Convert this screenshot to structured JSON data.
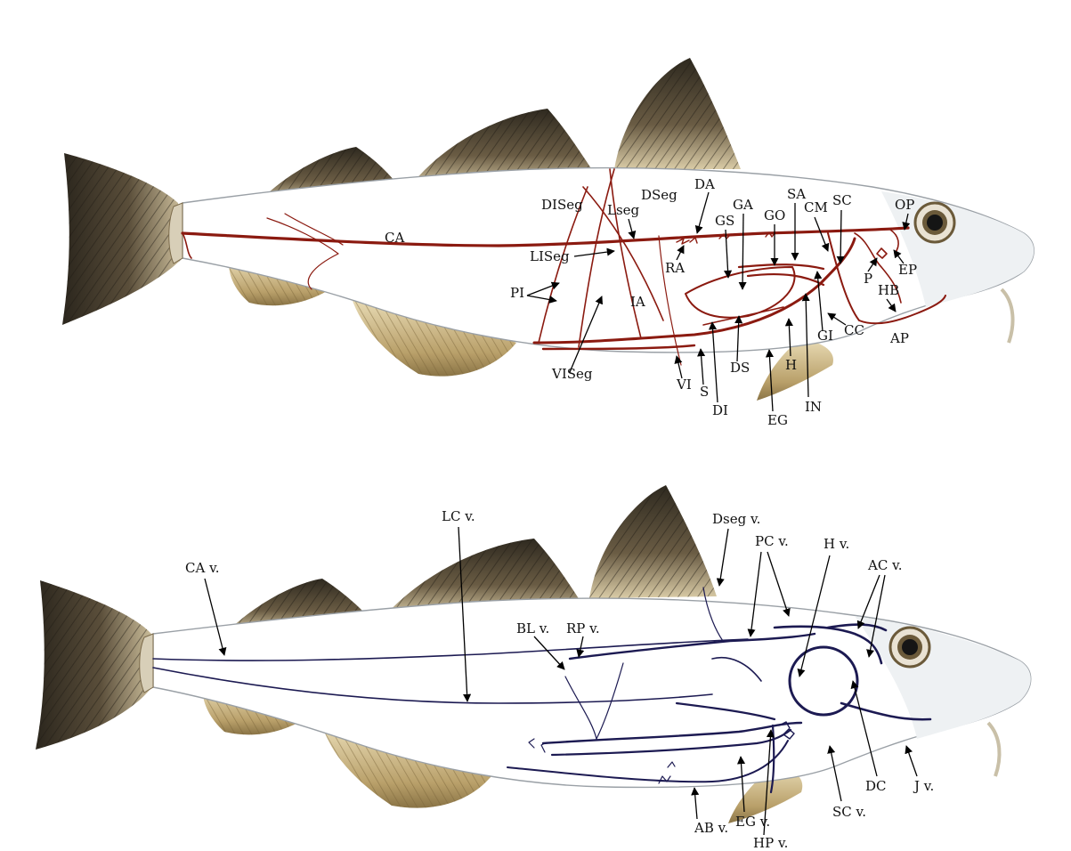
{
  "colors": {
    "artery": "#8b1a10",
    "vein": "#1c1a52",
    "fin_dark": "#3b352a",
    "fin_light": "#c8b78c",
    "eye_ring": "#6b5a3a"
  },
  "arterial_figure": {
    "labels": {
      "CA": "CA",
      "DISeg": "DISeg",
      "Lseg": "Lseg",
      "DSeg": "DSeg",
      "DA": "DA",
      "GA": "GA",
      "GS": "GS",
      "GO": "GO",
      "SA": "SA",
      "CM": "CM",
      "SC": "SC",
      "OP": "OP",
      "LISeg": "LISeg",
      "RA": "RA",
      "P": "P",
      "EP": "EP",
      "HB": "HB",
      "PI": "PI",
      "IA": "IA",
      "GI": "GI",
      "CC": "CC",
      "AP": "AP",
      "VISeg": "VISeg",
      "H": "H",
      "DS": "DS",
      "VI": "VI",
      "S": "S",
      "DI": "DI",
      "EG": "EG",
      "IN": "IN"
    }
  },
  "venous_figure": {
    "labels": {
      "LC": "LC v.",
      "Dseg": "Dseg v.",
      "PC": "PC v.",
      "H": "H v.",
      "AC": "AC v.",
      "CA": "CA v.",
      "BL": "BL v.",
      "RP": "RP v.",
      "DC": "DC",
      "J": "J v.",
      "SC": "SC v.",
      "AB": "AB v.",
      "EG": "EG v.",
      "HP": "HP v."
    }
  }
}
